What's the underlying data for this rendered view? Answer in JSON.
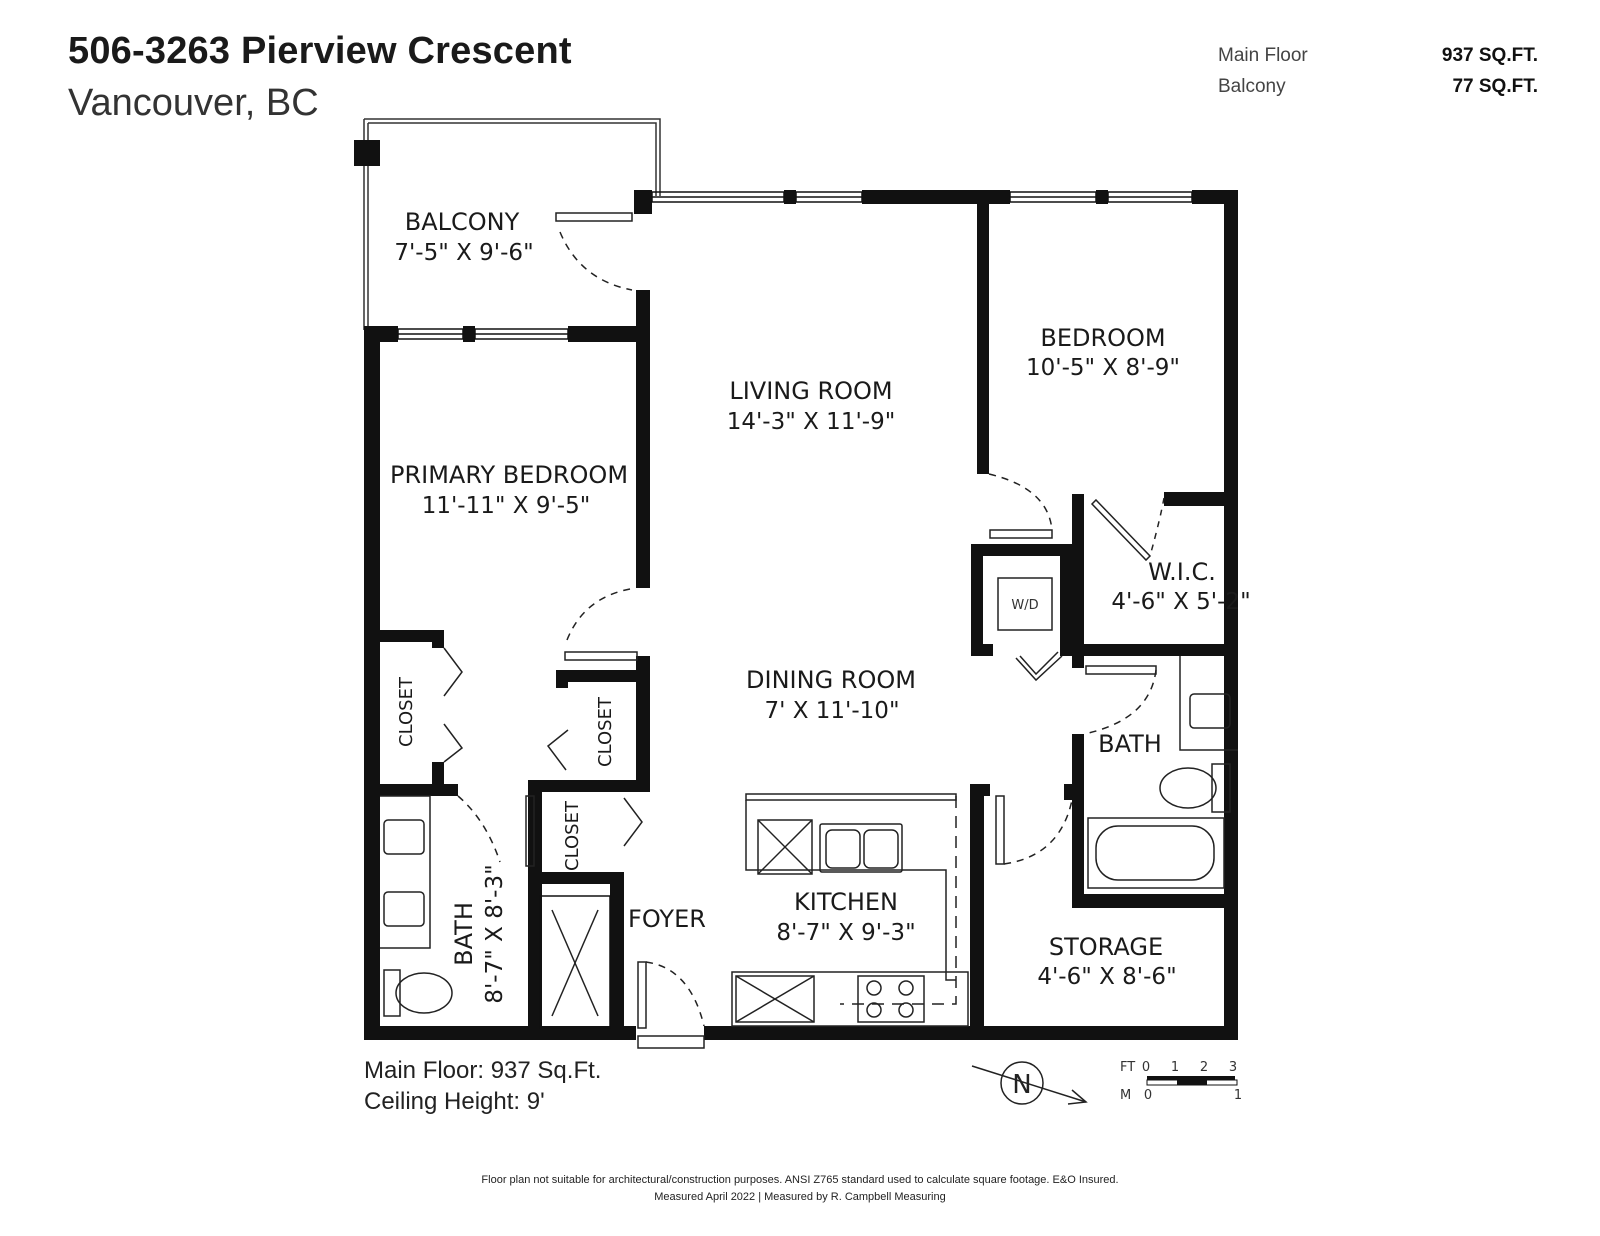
{
  "header": {
    "title": "506-3263 Pierview Crescent",
    "subtitle": "Vancouver, BC"
  },
  "areas": [
    {
      "label": "Main Floor",
      "value": "937 SQ.FT."
    },
    {
      "label": "Balcony",
      "value": "77 SQ.FT."
    }
  ],
  "rooms": {
    "balcony": {
      "name": "BALCONY",
      "dims": "7'-5\" X 9'-6\""
    },
    "living": {
      "name": "LIVING ROOM",
      "dims": "14'-3\" X 11'-9\""
    },
    "bedroom": {
      "name": "BEDROOM",
      "dims": "10'-5\" X 8'-9\""
    },
    "primary": {
      "name": "PRIMARY BEDROOM",
      "dims": "11'-11\" X  9'-5\""
    },
    "wic": {
      "name": "W.I.C.",
      "dims": "4'-6\" X 5'-2\""
    },
    "wd": {
      "name": "W/D"
    },
    "dining": {
      "name": "DINING ROOM",
      "dims": "7' X 11'-10\""
    },
    "bath2": {
      "name": "BATH"
    },
    "closet_left": {
      "name": "CLOSET"
    },
    "closet_mid": {
      "name": "CLOSET"
    },
    "closet_foyer": {
      "name": "CLOSET"
    },
    "kitchen": {
      "name": "KITCHEN",
      "dims": "8'-7\" X 9'-3\""
    },
    "foyer": {
      "name": "FOYER"
    },
    "storage": {
      "name": "STORAGE",
      "dims": "4'-6\" X 8'-6\""
    },
    "bath1": {
      "name": "BATH",
      "dims": "8'-7\" X 8'-3\""
    }
  },
  "info": {
    "main_floor": "Main Floor: 937 Sq.Ft.",
    "ceiling": "Ceiling Height: 9'"
  },
  "scale": {
    "ft_label": "FT",
    "ft_ticks": [
      "0",
      "1",
      "2",
      "3"
    ],
    "m_label": "M",
    "m_ticks": [
      "0",
      "1"
    ]
  },
  "compass": {
    "label": "N"
  },
  "footer": {
    "disclaimer": "Floor plan not suitable for architectural/construction purposes. ANSI Z765 standard used to calculate square footage. E&O Insured.",
    "measured": "Measured April 2022 | Measured by R. Campbell Measuring"
  }
}
